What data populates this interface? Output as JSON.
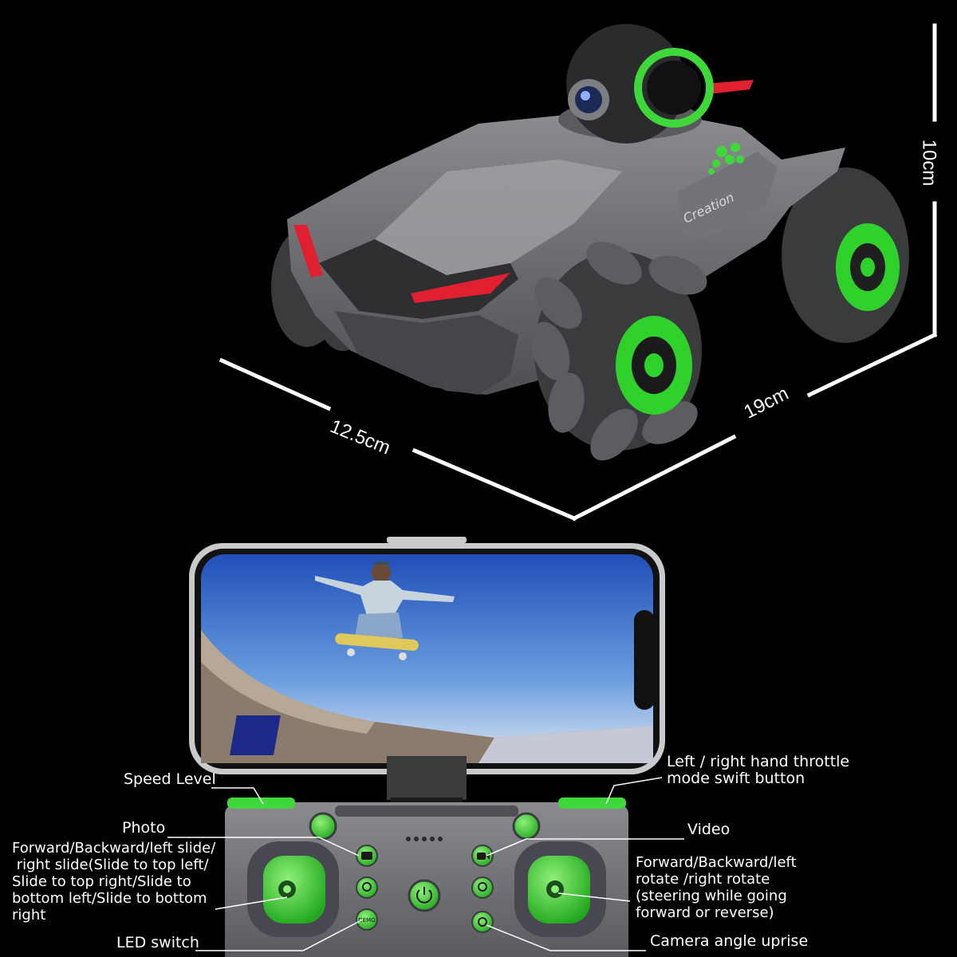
{
  "dimensions": {
    "height": "10cm",
    "width": "12.5cm",
    "length": "19cm"
  },
  "car": {
    "badge_text": "Creation"
  },
  "controller_labels": {
    "speed_level": "Speed Level",
    "photo": "Photo",
    "move_stick": "Forward/Backward/left slide/\n right slide(Slide to top left/\nSlide to top right/Slide to\nbottom left/Slide to bottom\nright",
    "led_switch": "LED switch",
    "throttle_mode": "Left / right hand throttle\nmode swift button",
    "video": "Video",
    "rotate_stick": "Forward/Backward/left\nrotate /right rotate\n(steering while going\nforward or reverse)",
    "camera_angle": "Camera angle uprise"
  },
  "controller": {
    "demo_label": "DEMO"
  },
  "colors": {
    "accent_green": "#3fd83a",
    "background": "#000000",
    "body_gray": "#6c6d70",
    "tail_red": "#e02030"
  },
  "icons": [
    "camera-icon",
    "light-bulb-icon",
    "power-icon",
    "video-camera-icon",
    "camera-lens-icon",
    "angle-icon"
  ]
}
